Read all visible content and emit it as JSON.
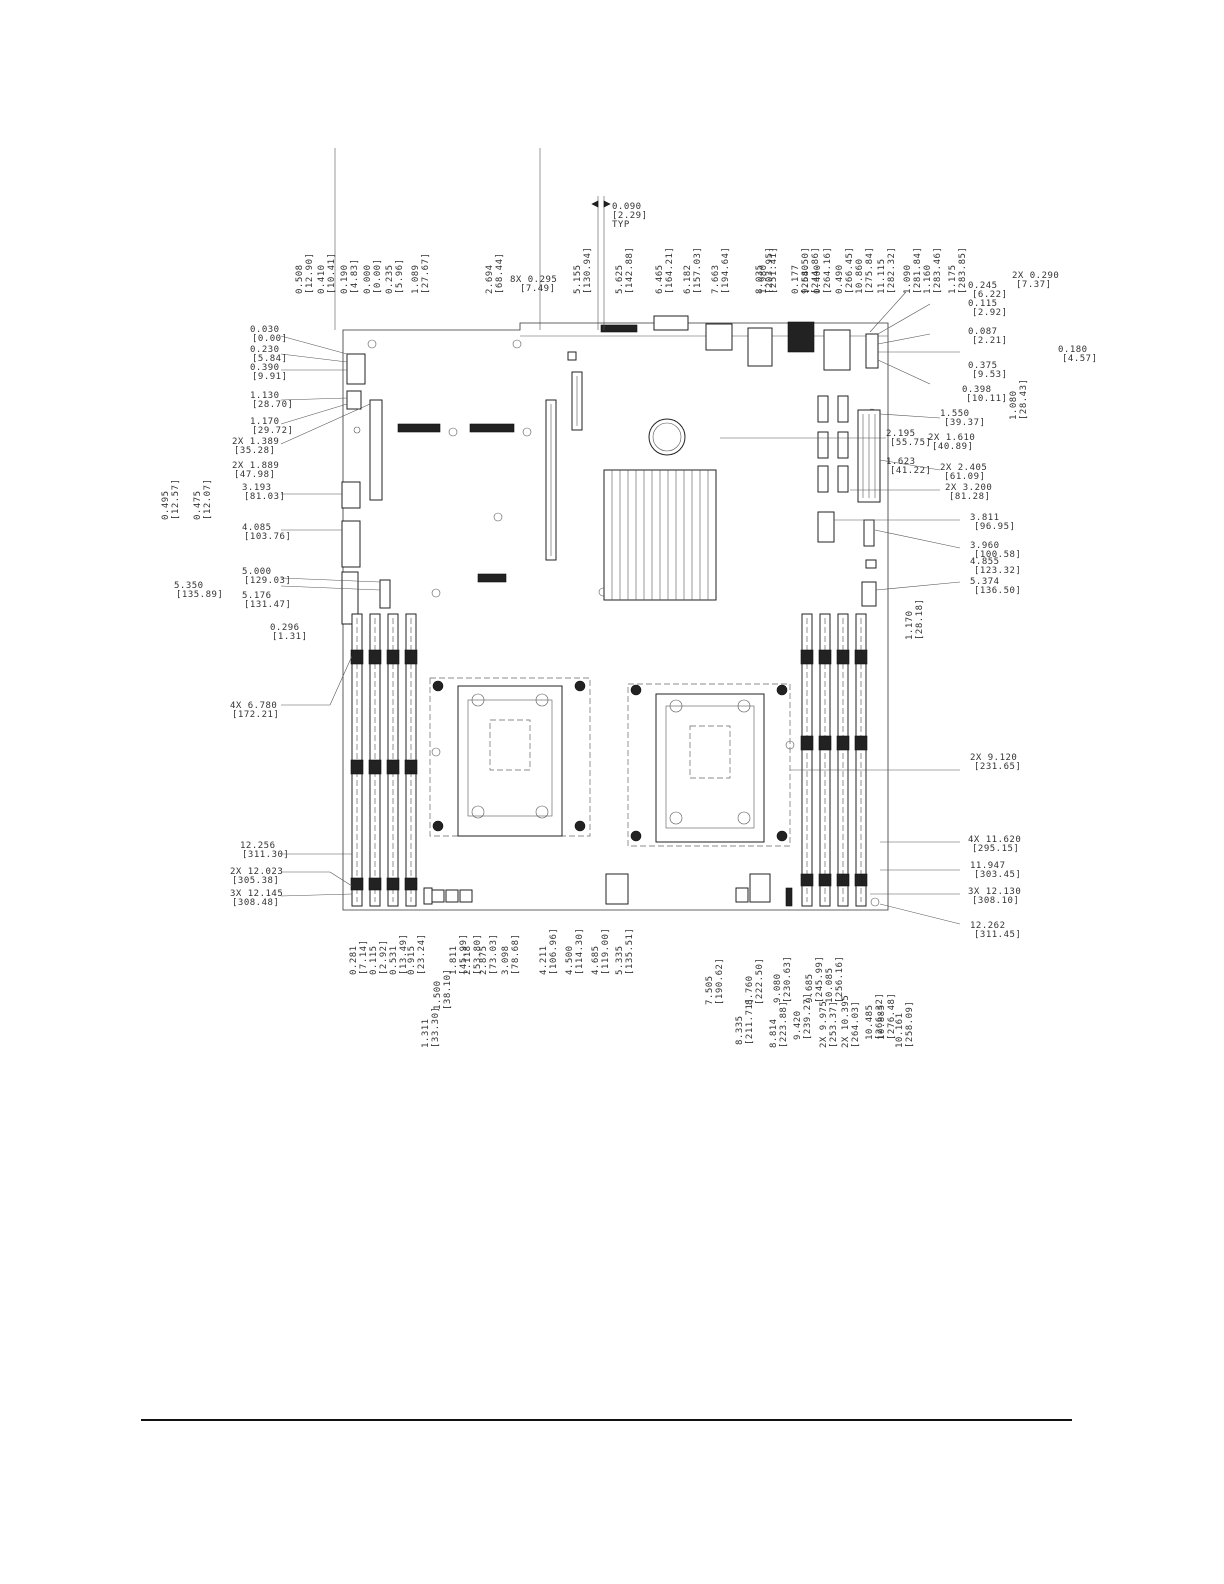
{
  "left_labels": [
    {
      "val": "0.030",
      "mm": "[0.00]"
    },
    {
      "val": "0.230",
      "mm": "[5.84]"
    },
    {
      "val": "0.390",
      "mm": "[9.91]"
    },
    {
      "val": "1.130",
      "mm": "[28.70]"
    },
    {
      "val": "1.170",
      "mm": "[29.72]"
    },
    {
      "val": "2X 1.389",
      "mm": "[35.28]"
    },
    {
      "val": "2X 1.889",
      "mm": "[47.98]"
    },
    {
      "val": "3.193",
      "mm": "[81.03]"
    },
    {
      "val": "4.085",
      "mm": "[103.76]"
    },
    {
      "val": "5.000",
      "mm": "[129.03]"
    },
    {
      "val": "5.350",
      "mm": "[135.89]"
    },
    {
      "val": "5.176",
      "mm": "[131.47]"
    },
    {
      "val": "0.296",
      "mm": "[1.31]"
    },
    {
      "val": "4X 6.780",
      "mm": "[172.21]"
    },
    {
      "val": "12.256",
      "mm": "[311.30]"
    },
    {
      "val": "2X 12.023",
      "mm": "[305.38]"
    },
    {
      "val": "3X 12.145",
      "mm": "[308.48]"
    }
  ],
  "left_vertical": [
    {
      "val": "0.495",
      "mm": "[12.57]"
    },
    {
      "val": "0.475",
      "mm": "[12.07]"
    }
  ],
  "top_labels": [
    {
      "val": "0.508",
      "mm": "[12.90]"
    },
    {
      "val": "0.410",
      "mm": "[10.41]"
    },
    {
      "val": "0.190",
      "mm": "[4.83]"
    },
    {
      "val": "0.000",
      "mm": "[0.00]"
    },
    {
      "val": "0.235",
      "mm": "[5.96]"
    },
    {
      "val": "1.089",
      "mm": "[27.67]"
    },
    {
      "val": "2.694",
      "mm": "[68.44]"
    },
    {
      "val": "5.155",
      "mm": "[130.94]"
    },
    {
      "val": "5.625",
      "mm": "[142.88]"
    },
    {
      "val": "6.465",
      "mm": "[164.21]"
    },
    {
      "val": "6.182",
      "mm": "[157.03]"
    },
    {
      "val": "7.663",
      "mm": "[194.64]"
    },
    {
      "val": "8.035",
      "mm": "[203.95]"
    },
    {
      "val": "9.640",
      "mm": "[244.86]"
    },
    {
      "val": "1.980",
      "mm": "[251.41]"
    },
    {
      "val": "0.177",
      "mm": "[258.50]"
    },
    {
      "val": "0.400",
      "mm": "[264.16]"
    },
    {
      "val": "0.490",
      "mm": "[266.45]"
    },
    {
      "val": "10.860",
      "mm": "[275.84]"
    },
    {
      "val": "11.115",
      "mm": "[282.32]"
    },
    {
      "val": "1.090",
      "mm": "[281.84]"
    },
    {
      "val": "1.160",
      "mm": "[283.46]"
    },
    {
      "val": "1.175",
      "mm": "[283.85]"
    }
  ],
  "typ_note": {
    "val": "0.090",
    "mm": "[2.29]",
    "typ": "TYP"
  },
  "top_8x": {
    "val": "8X 0.295",
    "mm": "[7.49]"
  },
  "right_labels": [
    {
      "val": "2X 0.290",
      "mm": "[7.37]"
    },
    {
      "val": "0.245",
      "mm": "[6.22]"
    },
    {
      "val": "0.115",
      "mm": "[2.92]"
    },
    {
      "val": "0.087",
      "mm": "[2.21]"
    },
    {
      "val": "0.180",
      "mm": "[4.57]"
    },
    {
      "val": "0.375",
      "mm": "[9.53]"
    },
    {
      "val": "0.398",
      "mm": "[10.11]"
    },
    {
      "val": "1.550",
      "mm": "[39.37]"
    },
    {
      "val": "2.195",
      "mm": "[55.75]"
    },
    {
      "val": "2X 1.610",
      "mm": "[40.89]"
    },
    {
      "val": "1.623",
      "mm": "[41.22]"
    },
    {
      "val": "2X 2.405",
      "mm": "[61.09]"
    },
    {
      "val": "2X 3.200",
      "mm": "[81.28]"
    },
    {
      "val": "3.811",
      "mm": "[96.95]"
    },
    {
      "val": "3.960",
      "mm": "[100.58]"
    },
    {
      "val": "4.855",
      "mm": "[123.32]"
    },
    {
      "val": "5.374",
      "mm": "[136.50]"
    },
    {
      "val": "2X 9.120",
      "mm": "[231.65]"
    },
    {
      "val": "4X 11.620",
      "mm": "[295.15]"
    },
    {
      "val": "11.947",
      "mm": "[303.45]"
    },
    {
      "val": "3X 12.130",
      "mm": "[308.10]"
    },
    {
      "val": "12.262",
      "mm": "[311.45]"
    }
  ],
  "right_vertical": [
    {
      "val": "1.080",
      "mm": "[28.43]"
    },
    {
      "val": "1.170",
      "mm": "[28.18]"
    }
  ],
  "bottom_labels": [
    {
      "val": "0.281",
      "mm": "[7.14]"
    },
    {
      "val": "0.115",
      "mm": "[2.92]"
    },
    {
      "val": "0.531",
      "mm": "[13.49]"
    },
    {
      "val": "0.915",
      "mm": "[23.24]"
    },
    {
      "val": "1.311",
      "mm": "[33.30]"
    },
    {
      "val": "1.500",
      "mm": "[38.10]"
    },
    {
      "val": "1.811",
      "mm": "[45.99]"
    },
    {
      "val": "2.118",
      "mm": "[53.80]"
    },
    {
      "val": "2.875",
      "mm": "[73.03]"
    },
    {
      "val": "3.098",
      "mm": "[78.68]"
    },
    {
      "val": "4.211",
      "mm": "[106.96]"
    },
    {
      "val": "4.500",
      "mm": "[114.30]"
    },
    {
      "val": "4.685",
      "mm": "[119.00]"
    },
    {
      "val": "5.335",
      "mm": "[135.51]"
    },
    {
      "val": "7.505",
      "mm": "[190.62]"
    },
    {
      "val": "8.335",
      "mm": "[211.71]"
    },
    {
      "val": "8.760",
      "mm": "[222.50]"
    },
    {
      "val": "8.814",
      "mm": "[223.88]"
    },
    {
      "val": "9.080",
      "mm": "[230.63]"
    },
    {
      "val": "9.420",
      "mm": "[239.27]"
    },
    {
      "val": "9.685",
      "mm": "[245.99]"
    },
    {
      "val": "2X 9.975",
      "mm": "[253.37]"
    },
    {
      "val": "10.085",
      "mm": "[256.16]"
    },
    {
      "val": "2X 10.395",
      "mm": "[264.03]"
    },
    {
      "val": "10.485",
      "mm": "[266.32]"
    },
    {
      "val": "10.885",
      "mm": "[276.48]"
    },
    {
      "val": "10.161",
      "mm": "[258.09]"
    }
  ]
}
